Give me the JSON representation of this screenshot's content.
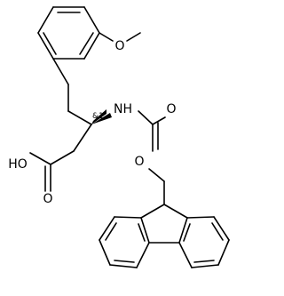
{
  "molecule": {
    "labels": {
      "methoxy_o": "O",
      "amine_nh": "NH",
      "acid_oh": "HO",
      "acid_o": "O",
      "carbamate_o_double": "O",
      "carbamate_o_ester": "O",
      "stereo": "&1"
    }
  }
}
